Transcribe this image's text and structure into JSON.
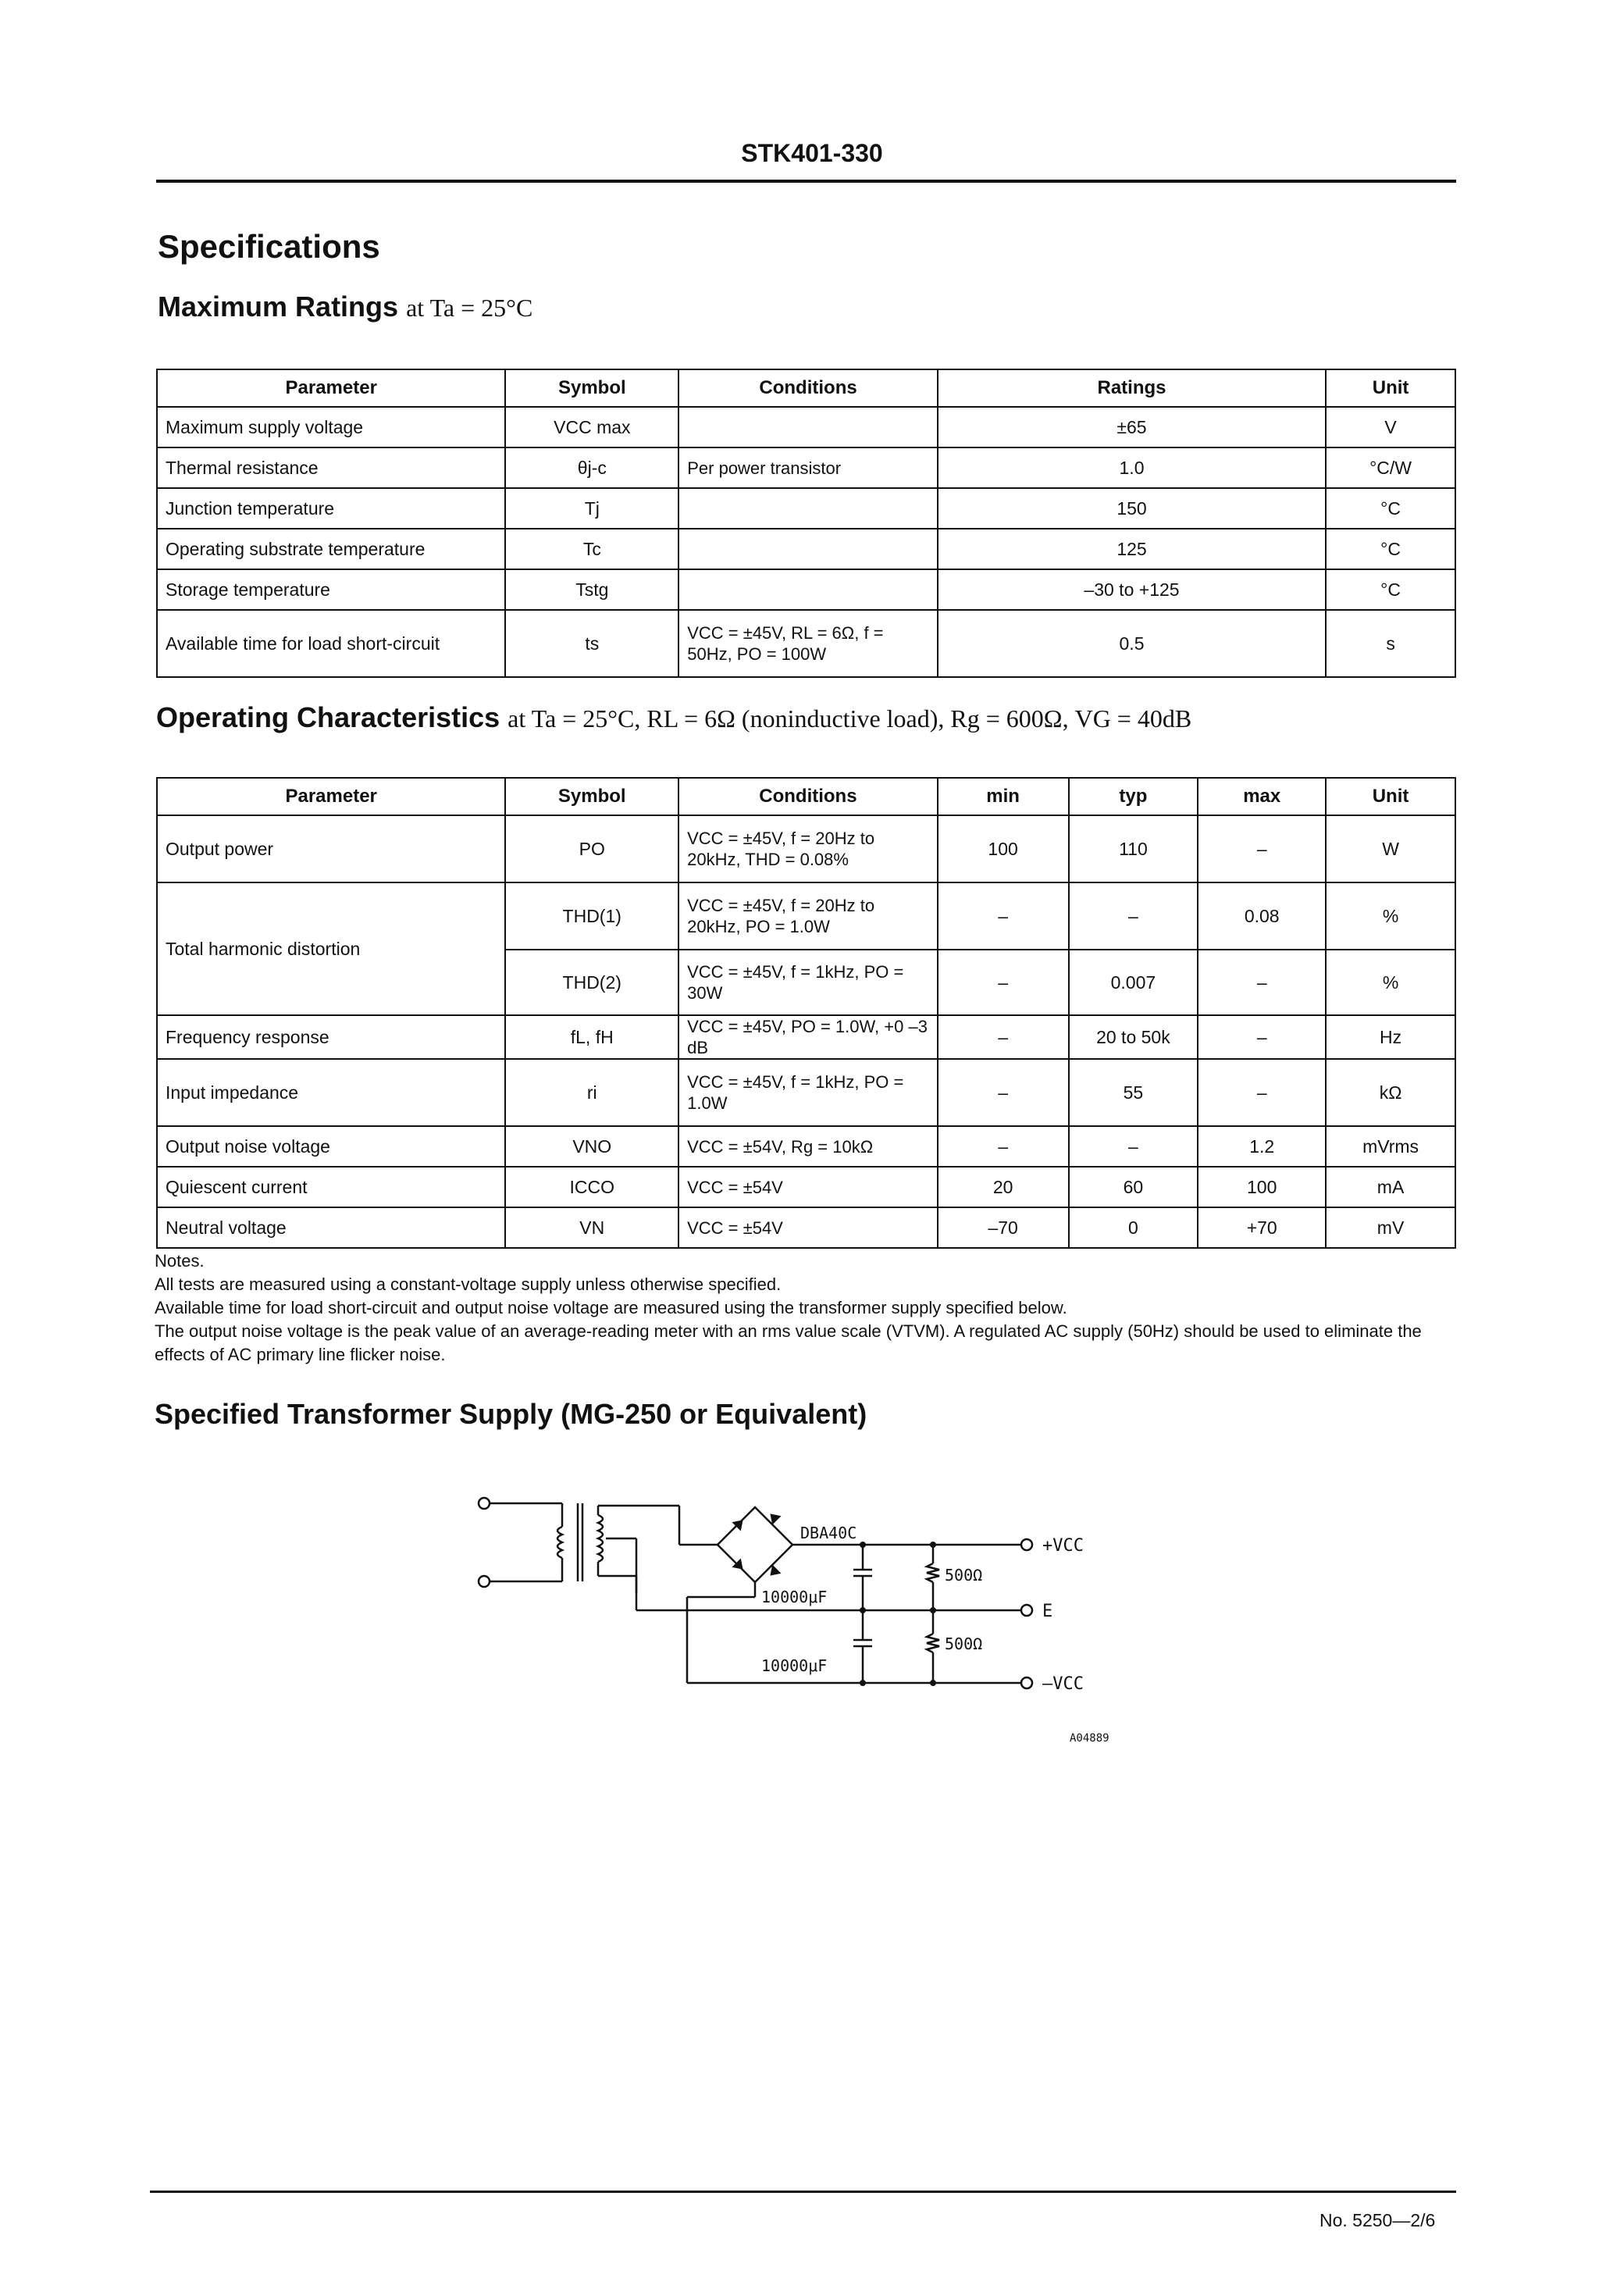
{
  "header": {
    "part_number": "STK401-330"
  },
  "section_title": "Specifications",
  "max_ratings": {
    "title": "Maximum Ratings",
    "condition": "at Ta = 25°C",
    "headers": [
      "Parameter",
      "Symbol",
      "Conditions",
      "Ratings",
      "Unit"
    ],
    "rows": [
      [
        "Maximum supply voltage",
        "VCC max",
        "",
        "±65",
        "V"
      ],
      [
        "Thermal resistance",
        "θj-c",
        "Per power transistor",
        "1.0",
        "°C/W"
      ],
      [
        "Junction temperature",
        "Tj",
        "",
        "150",
        "°C"
      ],
      [
        "Operating substrate temperature",
        "Tc",
        "",
        "125",
        "°C"
      ],
      [
        "Storage temperature",
        "Tstg",
        "",
        "–30 to +125",
        "°C"
      ],
      [
        "Available time for load short-circuit",
        "ts",
        "VCC = ±45V, RL = 6Ω, f = 50Hz, PO = 100W",
        "0.5",
        "s"
      ]
    ]
  },
  "op_char": {
    "title": "Operating Characteristics",
    "condition": "at Ta = 25°C, RL = 6Ω (noninductive load), Rg = 600Ω, VG = 40dB",
    "headers": [
      "Parameter",
      "Symbol",
      "Conditions",
      "min",
      "typ",
      "max",
      "Unit"
    ],
    "rows": [
      [
        "Output power",
        "PO",
        "VCC = ±45V, f = 20Hz to 20kHz, THD = 0.08%",
        "100",
        "110",
        "–",
        "W"
      ],
      [
        "Total harmonic distortion",
        "THD(1)",
        "VCC = ±45V, f = 20Hz to 20kHz, PO = 1.0W",
        "–",
        "–",
        "0.08",
        "%"
      ],
      [
        "",
        "THD(2)",
        "VCC = ±45V, f = 1kHz, PO = 30W",
        "–",
        "0.007",
        "–",
        "%"
      ],
      [
        "Frequency response",
        "fL, fH",
        "VCC = ±45V, PO = 1.0W, +0 –3 dB",
        "–",
        "20 to 50k",
        "–",
        "Hz"
      ],
      [
        "Input impedance",
        "ri",
        "VCC = ±45V, f = 1kHz, PO = 1.0W",
        "–",
        "55",
        "–",
        "kΩ"
      ],
      [
        "Output noise voltage",
        "VNO",
        "VCC = ±54V, Rg = 10kΩ",
        "–",
        "–",
        "1.2",
        "mVrms"
      ],
      [
        "Quiescent current",
        "ICCO",
        "VCC = ±54V",
        "20",
        "60",
        "100",
        "mA"
      ],
      [
        "Neutral voltage",
        "VN",
        "VCC = ±54V",
        "–70",
        "0",
        "+70",
        "mV"
      ]
    ]
  },
  "notes": {
    "heading": "Notes.",
    "lines": [
      "All tests are measured using a constant-voltage supply unless otherwise specified.",
      "Available time for load short-circuit and output noise voltage are measured using the transformer supply specified below.",
      "The output noise voltage is the peak value of an average-reading meter with an rms value scale (VTVM). A regulated AC supply (50Hz) should be used to eliminate the",
      "effects of AC primary line flicker noise."
    ]
  },
  "transformer": {
    "title": "Specified Transformer Supply (MG-250 or Equivalent)",
    "bridge_label": "DBA40C",
    "cap_label": "10000μF",
    "res_label": "500Ω",
    "terminal_pos": "+VCC",
    "terminal_gnd": "E",
    "terminal_neg": "–VCC",
    "figure_id": "A04889"
  },
  "footer": {
    "page": "No. 5250—2/6"
  }
}
